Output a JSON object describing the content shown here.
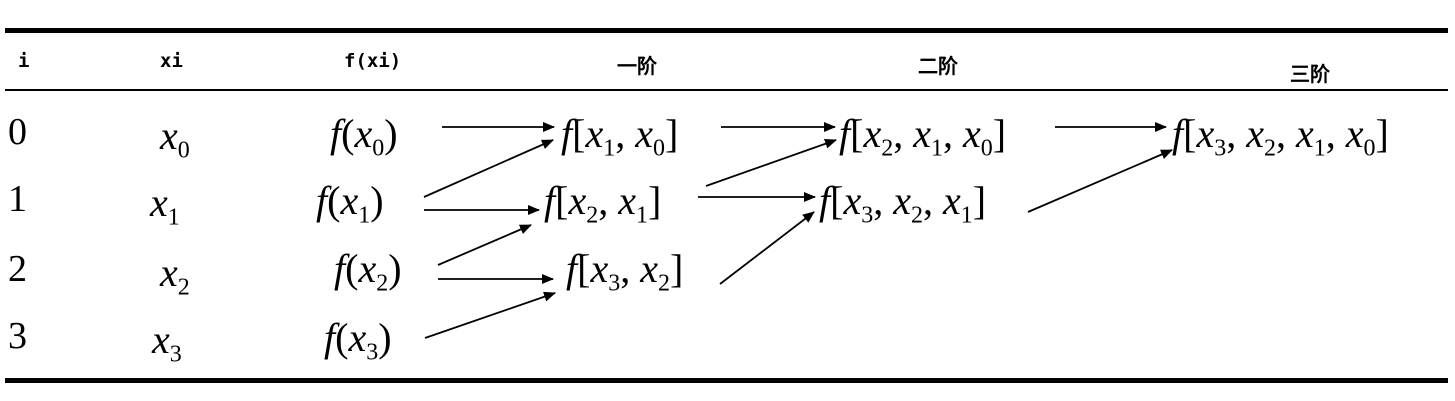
{
  "table": {
    "headers": [
      "i",
      "xi",
      "f(xi)",
      "一阶",
      "二阶",
      "三阶"
    ],
    "indices": [
      "0",
      "1",
      "2",
      "3"
    ],
    "nodes": [
      {
        "nodes_label": "x0",
        "v": "x",
        "s": "0"
      },
      {
        "v": "x",
        "s": "1"
      },
      {
        "v": "x",
        "s": "2"
      },
      {
        "v": "x",
        "s": "3"
      }
    ]
  }
}
